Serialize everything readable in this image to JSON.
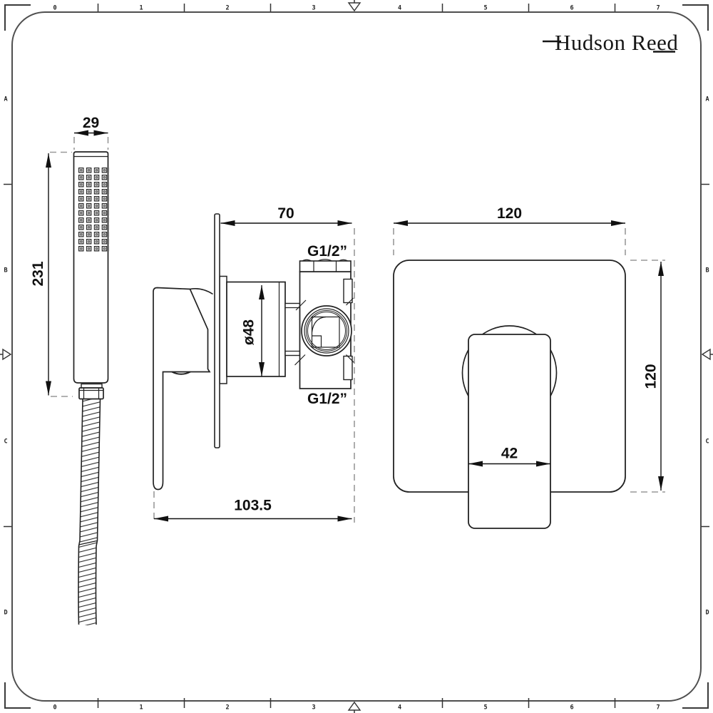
{
  "brand": {
    "logo": "Hudson Reed"
  },
  "frame": {
    "top_ruler": {
      "labels": [
        "0",
        "1",
        "2",
        "3",
        "4",
        "5",
        "6",
        "7"
      ]
    },
    "bottom_ruler": {
      "labels": [
        "0",
        "1",
        "2",
        "3",
        "4",
        "5",
        "6",
        "7"
      ]
    },
    "left_ruler": {
      "labels": [
        "A",
        "B",
        "C",
        "D"
      ]
    },
    "right_ruler": {
      "labels": [
        "A",
        "B",
        "C",
        "D"
      ]
    }
  },
  "drawing": {
    "handset": {
      "width": "29",
      "length": "231"
    },
    "valve_side": {
      "projection": "70",
      "cartridge_diameter": "ø48",
      "total_depth": "103.5",
      "top_connection": "G1/2”",
      "bottom_connection": "G1/2”"
    },
    "valve_front": {
      "plate_width": "120",
      "plate_height": "120",
      "handle_width": "42"
    }
  },
  "colors": {
    "line": "#1a1a1a",
    "dash": "#999999",
    "background": "#ffffff"
  }
}
